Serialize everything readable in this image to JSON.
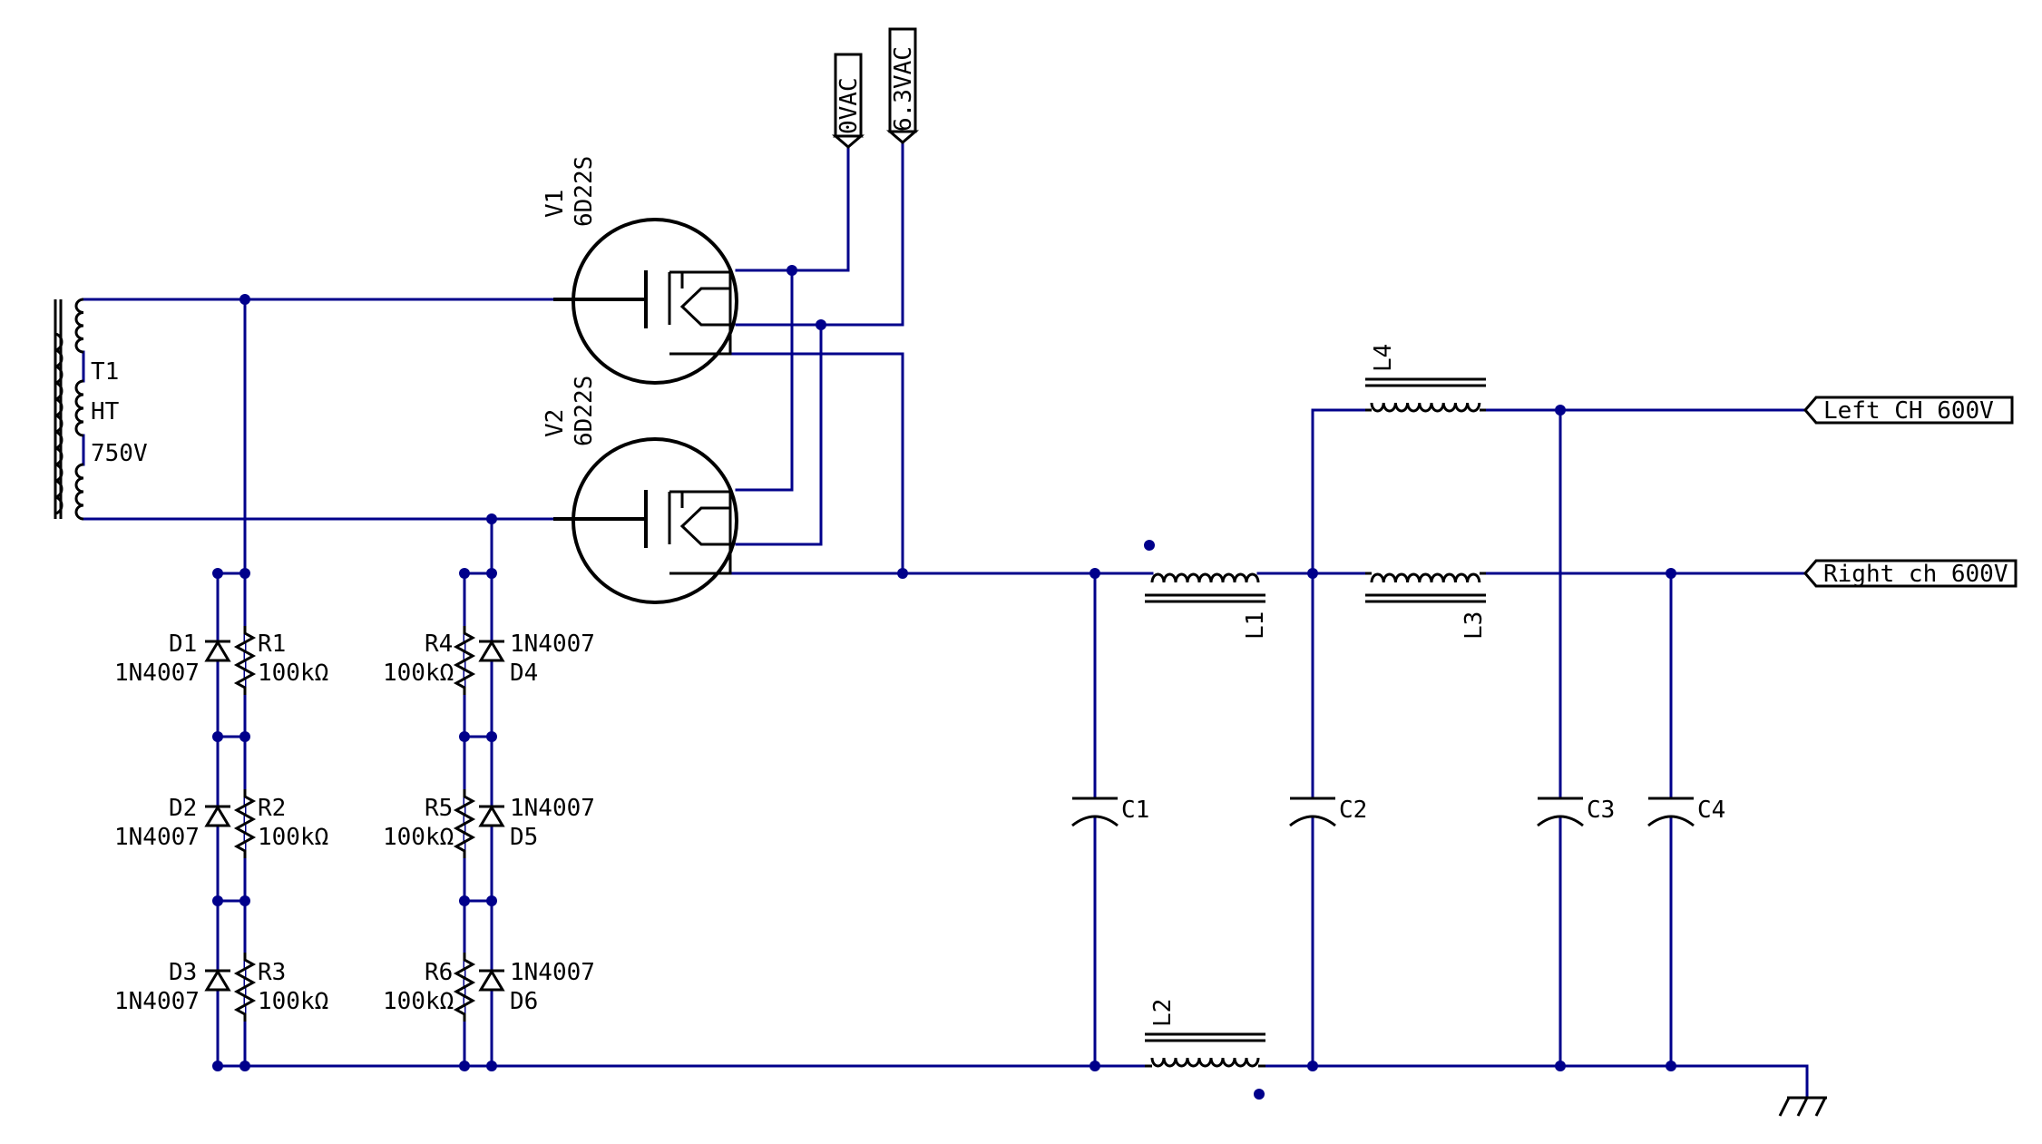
{
  "colors": {
    "wire": "#00008b",
    "symbol": "#000000",
    "background": "#ffffff"
  },
  "transformer": {
    "ref": "T1",
    "name": "HT",
    "value": "750V"
  },
  "tubes": [
    {
      "ref": "V1",
      "part": "6D22S"
    },
    {
      "ref": "V2",
      "part": "6D22S"
    }
  ],
  "diodes": [
    {
      "ref": "D1",
      "part": "1N4007"
    },
    {
      "ref": "D2",
      "part": "1N4007"
    },
    {
      "ref": "D3",
      "part": "1N4007"
    },
    {
      "ref": "D4",
      "part": "1N4007"
    },
    {
      "ref": "D5",
      "part": "1N4007"
    },
    {
      "ref": "D6",
      "part": "1N4007"
    }
  ],
  "resistors": [
    {
      "ref": "R1",
      "value": "100kΩ"
    },
    {
      "ref": "R2",
      "value": "100kΩ"
    },
    {
      "ref": "R3",
      "value": "100kΩ"
    },
    {
      "ref": "R4",
      "value": "100kΩ"
    },
    {
      "ref": "R5",
      "value": "100kΩ"
    },
    {
      "ref": "R6",
      "value": "100kΩ"
    }
  ],
  "capacitors": [
    "C1",
    "C2",
    "C3",
    "C4"
  ],
  "inductors": [
    "L1",
    "L2",
    "L3",
    "L4"
  ],
  "net_labels": {
    "heater_0": "0VAC",
    "heater_63": "6.3VAC",
    "left_out": "Left CH 600V",
    "right_out": "Right ch 600V"
  },
  "ground": {
    "icon": "chassis-ground-icon"
  }
}
